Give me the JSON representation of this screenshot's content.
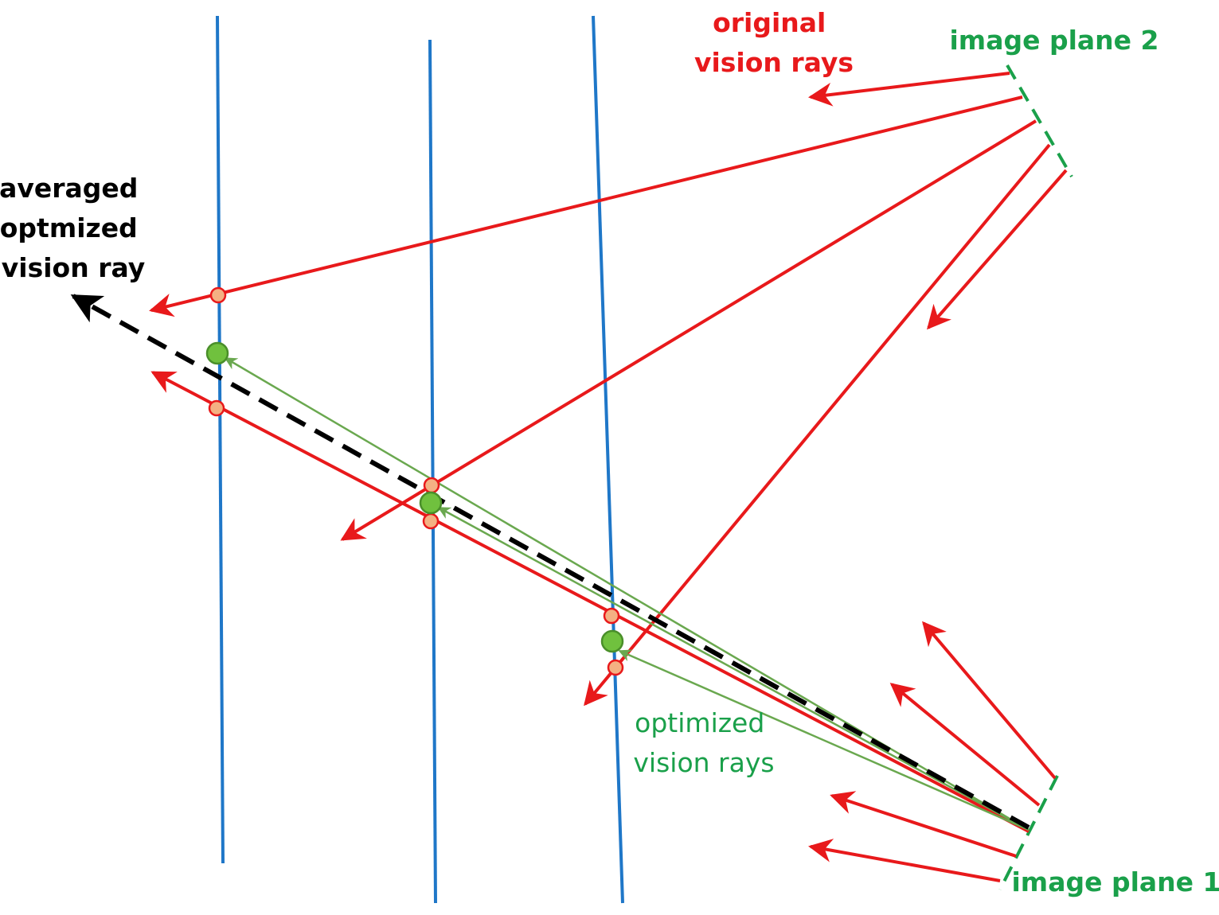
{
  "labels": {
    "averaged_ray": [
      "averaged",
      "optmized",
      "vision ray"
    ],
    "original_rays": [
      "original",
      "vision rays"
    ],
    "optimized_rays": [
      "optimized",
      "vision rays"
    ],
    "image_plane_1": "image plane 1",
    "image_plane_2": "image plane 2"
  },
  "colors": {
    "planes": "#1f77c8",
    "original_rays": "#e8191b",
    "optimized_rays": "#6aa84f",
    "averaged_ray": "#000000",
    "image_plane": "#1aa04a",
    "intersection_original": "#f4b183",
    "intersection_optimized": "#70c13e"
  }
}
